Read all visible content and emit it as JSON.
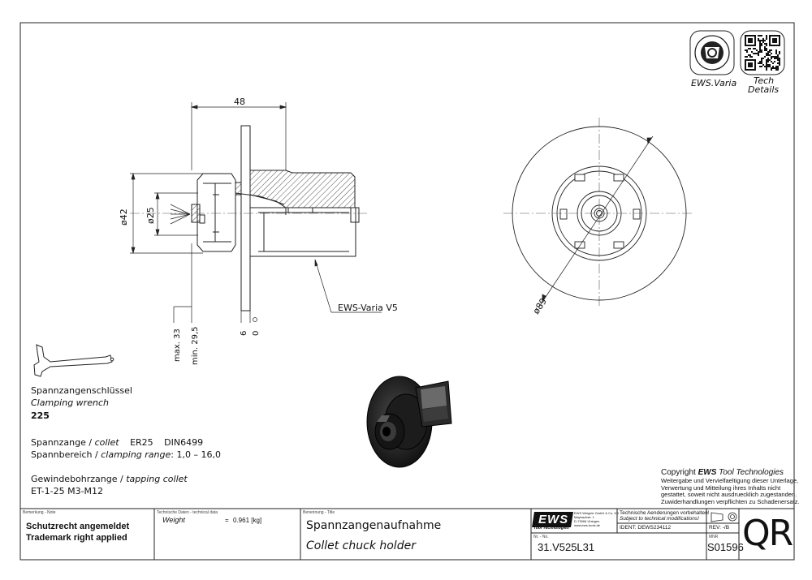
{
  "dimensions": {
    "length": "48",
    "dia_42": "ø42",
    "dia_25": "ø25",
    "max_33": "max. 33",
    "min_29_5": "min. 29,5",
    "six": "6",
    "zero": "0",
    "dia_89": "ø89"
  },
  "callout": "EWS-Varia V5",
  "badges": {
    "varia_label": "EWS.Varia",
    "tech_label_1": "Tech",
    "tech_label_2": "Details"
  },
  "notes": {
    "wrench_de": "Spannzangenschlüssel",
    "wrench_en": "Clamping wrench",
    "wrench_num": "225",
    "collet_de": "Spannzange /",
    "collet_en": "collet",
    "collet_type": "ER25",
    "collet_norm": "DIN6499",
    "range_de": "Spannbereich /",
    "range_en": "clamping range",
    "range_val": ": 1,0 – 16,0",
    "tap_de": "Gewindebohrzange /",
    "tap_en": "tapping collet",
    "tap_val": "ET-1-25   M3-M12"
  },
  "copyright": {
    "title_prefix": "Copyright",
    "title_brand": "EWS",
    "title_suffix": "Tool Technologies",
    "lines": [
      "Weitergabe und Vervielfaeltigung dieser Unterlage,",
      "Verwertung und Mitteilung ihres Inhalts nicht",
      "gestattet, soweit nicht ausdruecklich zugestanden.",
      "Zuwiderhandlungen verpflichten zu Schadenersatz."
    ]
  },
  "title_block": {
    "remark_label": "Bemerkung - Note",
    "remark_1": "Schutzrecht angemeldet",
    "remark_2": "Trademark right applied",
    "techdata_label": "Technische Daten - technical data",
    "weight_label": "Weight",
    "weight_eq": "=",
    "weight_val": "0.961 [kg]",
    "name_label": "Benennung - Title",
    "title_de": "Spannzangenaufnahme",
    "title_en": "Collet chuck holder",
    "logo": "EWS",
    "logo_sub": "Tool Technologies",
    "company_1": "EWS Weigele GmbH & Co. KG",
    "company_2": "Maybachstr. 1",
    "company_3": "D-73066 Uhingen",
    "company_4": "www.ews-tools.de",
    "changes_1": "Technische Aenderungen vorbehalten!",
    "changes_2": "Subject to technical modifications!",
    "ident": "IDENT: DEWS234112",
    "rev": "REV: -/B",
    "nr_label": "Nr. - No.",
    "part_no": "31.V525L31",
    "mnr_label": "MNR",
    "mnr": "S01596",
    "qr": "QR"
  }
}
